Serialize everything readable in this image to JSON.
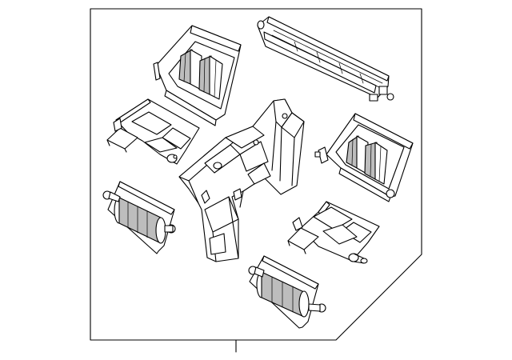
{
  "diagram": {
    "parts": [
      "upper-left-vent-outlet",
      "top-defroster-grille",
      "left-duct-bracket",
      "center-duct-assembly",
      "right-vent-outlet",
      "right-duct-bracket",
      "left-round-vent",
      "lower-right-round-vent"
    ]
  }
}
